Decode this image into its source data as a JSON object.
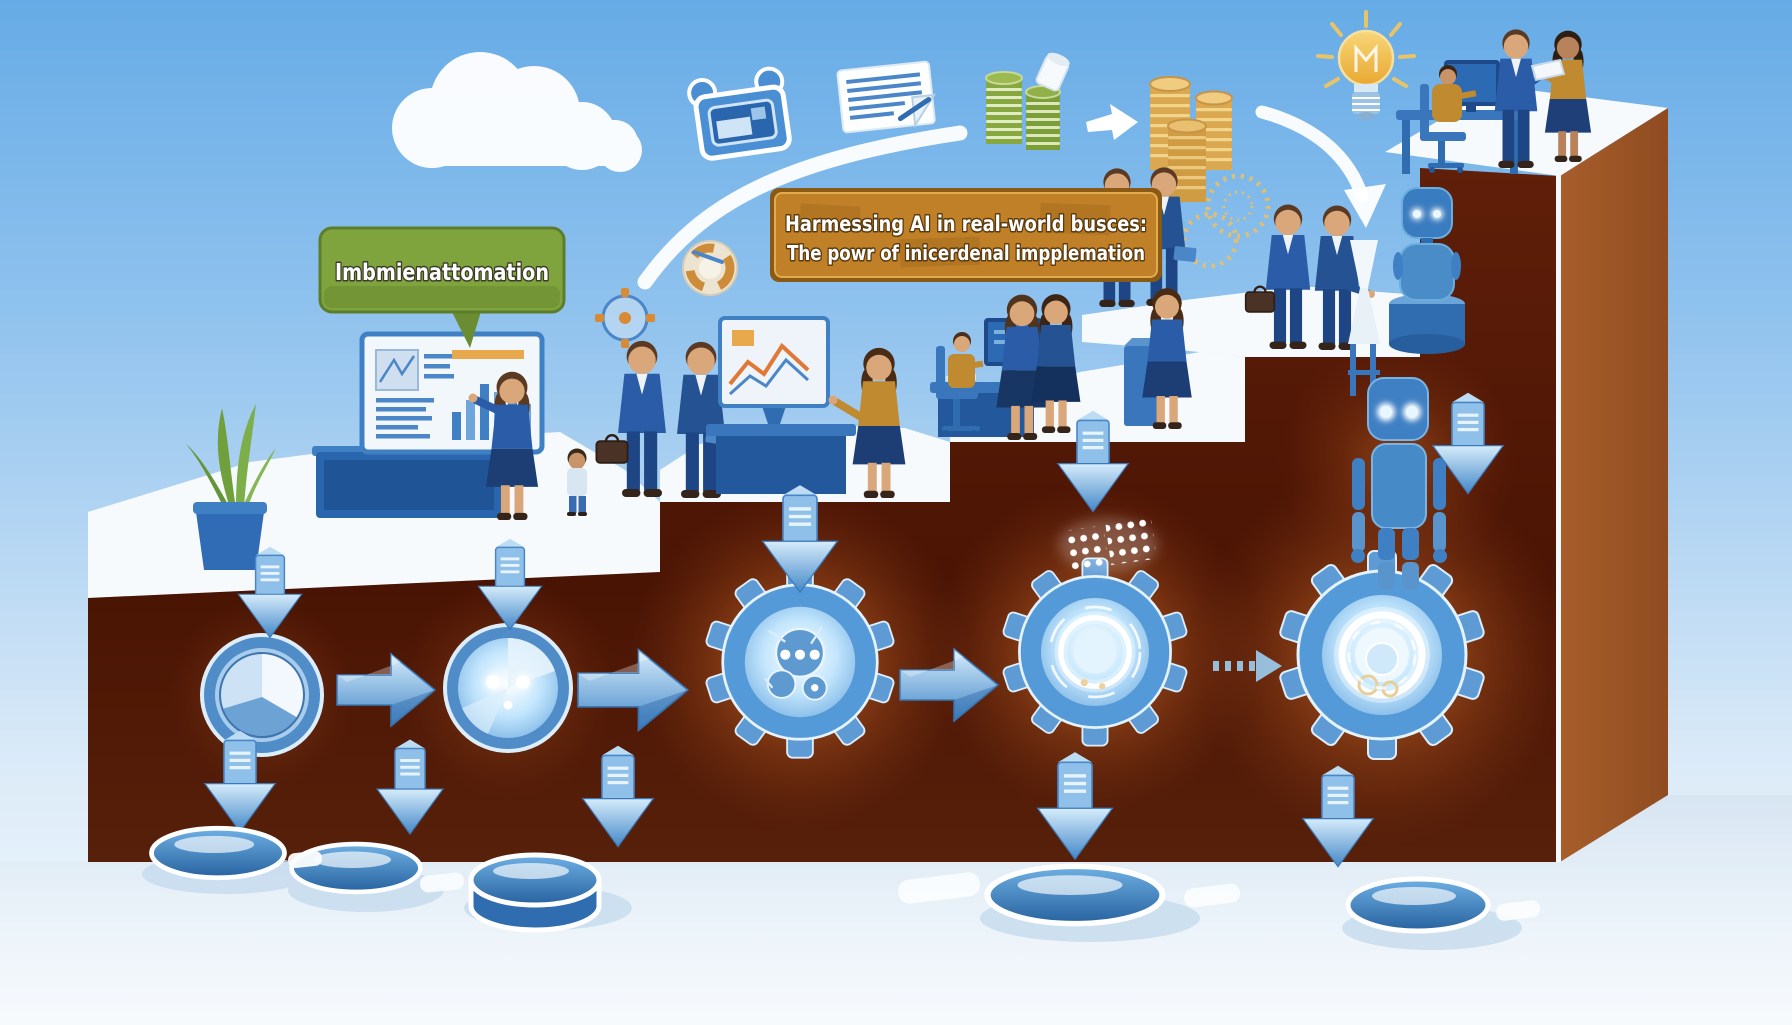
{
  "illustration": {
    "speech_bubble": {
      "text": "Imbmienattomation",
      "fill": "#7fa43e",
      "border": "#5e7d2c"
    },
    "banner": {
      "line1": "Harmessing AI in real-world busces:",
      "line2": "The powr of inicerdenal impplemation",
      "fill": "#c08027",
      "border": "#8a5a14",
      "text_color": "#ffffff"
    },
    "palette": {
      "sky_top": "#6cb0e8",
      "sky_bottom": "#f4f9fd",
      "wall_front": "#551a07",
      "wall_side": "#a05826",
      "step_top": "#f7fafd",
      "blue_accent": "#3f80c4",
      "blue_glow": "#cdeaff",
      "gold": "#d9a850",
      "coin_green": "#86a83e",
      "mustard_clothing": "#c08a30",
      "suit_blue": "#2a5ca8"
    },
    "icons": [
      "cloud",
      "camera",
      "document",
      "green-coin-stack",
      "white-arrow-right",
      "gold-coin-stack",
      "lightbulb",
      "pie-chart",
      "compass-target",
      "gold-sparkle-gears"
    ],
    "process_row": [
      "pie-disc",
      "dial-disc",
      "cluster-gear",
      "ring-gear",
      "robot-gear"
    ],
    "platform_count": 5
  }
}
